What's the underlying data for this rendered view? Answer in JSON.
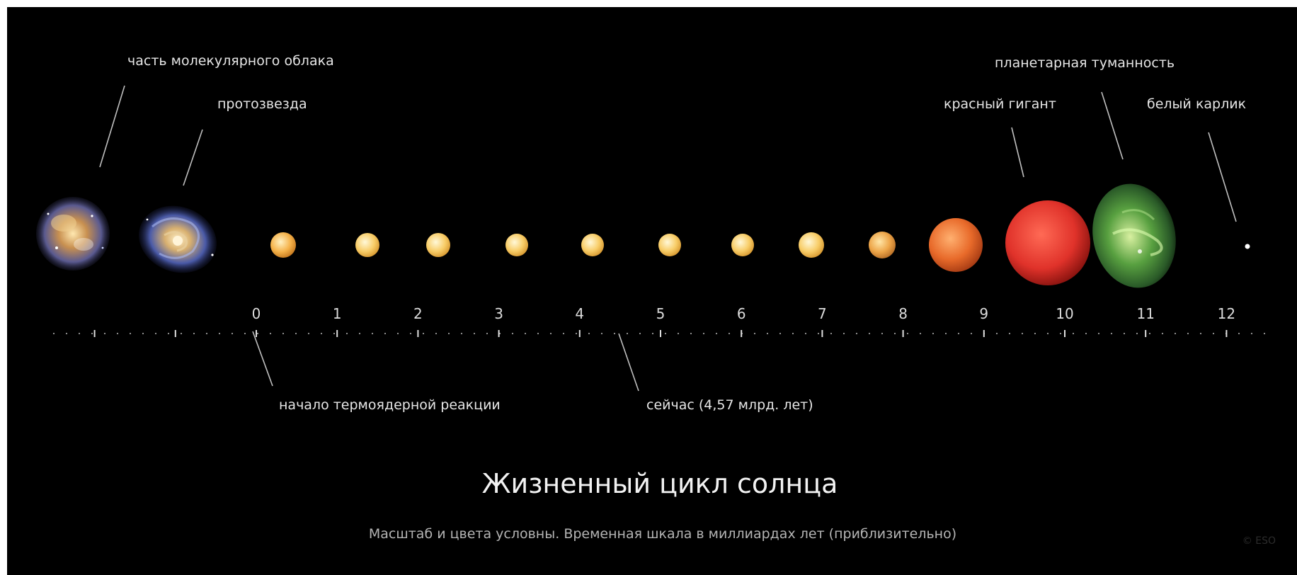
{
  "title": "Жизненный цикл солнца",
  "subtitle": "Масштаб и цвета условны. Временная шкала в миллиардах лет (приблизительно)",
  "timeline": {
    "unit": "миллиардах лет",
    "tick_labels": [
      "0",
      "1",
      "2",
      "3",
      "4",
      "5",
      "6",
      "7",
      "8",
      "9",
      "10",
      "11",
      "12"
    ]
  },
  "annotations": {
    "molecular_cloud": "часть молекулярного облака",
    "protostar": "протозвезда",
    "fusion_start": "начало термоядерной реакции",
    "now": "сейчас (4,57 млрд. лет)",
    "red_giant": "красный гигант",
    "planetary_nebula": "планетарная туманность",
    "white_dwarf": "белый карлик"
  },
  "stages": [
    {
      "name": "molecular-cloud",
      "kind": "cloud"
    },
    {
      "name": "protostar",
      "kind": "spiral"
    },
    {
      "name": "sun-stage-0",
      "kind": "star",
      "color": "#f5b24a"
    },
    {
      "name": "sun-stage-1",
      "kind": "star",
      "color": "#f7c35a"
    },
    {
      "name": "sun-stage-2",
      "kind": "star",
      "color": "#f8c862"
    },
    {
      "name": "sun-stage-3",
      "kind": "star",
      "color": "#f9cd68"
    },
    {
      "name": "sun-stage-4",
      "kind": "star",
      "color": "#f9d06c"
    },
    {
      "name": "sun-stage-5",
      "kind": "star",
      "color": "#f9cf6a"
    },
    {
      "name": "sun-stage-6",
      "kind": "star",
      "color": "#f8c862"
    },
    {
      "name": "sun-stage-7",
      "kind": "star",
      "color": "#f6be56"
    },
    {
      "name": "sun-stage-8",
      "kind": "star",
      "color": "#eda548"
    },
    {
      "name": "subgiant",
      "kind": "star",
      "color": "#e86a2a"
    },
    {
      "name": "red-giant",
      "kind": "star",
      "color": "#e0322a"
    },
    {
      "name": "planetary-nebula",
      "kind": "nebula"
    },
    {
      "name": "white-dwarf",
      "kind": "dot",
      "color": "#ffffff"
    }
  ],
  "watermark": "© ESO"
}
